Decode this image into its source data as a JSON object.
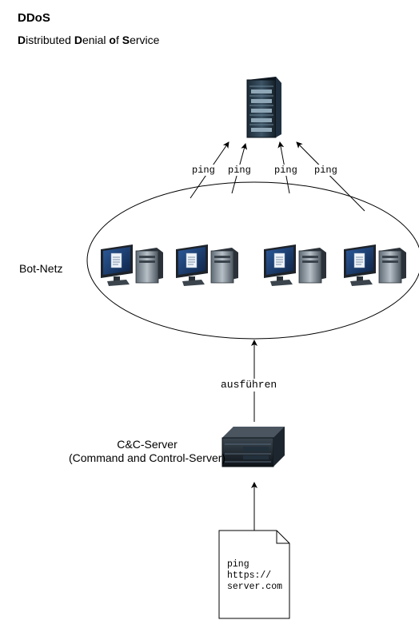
{
  "header": {
    "title": "DDoS",
    "subtitle_parts": [
      {
        "text": "D",
        "bold": true
      },
      {
        "text": "istributed ",
        "bold": false
      },
      {
        "text": "D",
        "bold": true
      },
      {
        "text": "enial ",
        "bold": false
      },
      {
        "text": "o",
        "bold": true
      },
      {
        "text": "f ",
        "bold": false
      },
      {
        "text": "S",
        "bold": true
      },
      {
        "text": "ervice",
        "bold": false
      }
    ]
  },
  "diagram": {
    "target_server": {
      "icon": "server-rack-icon"
    },
    "botnet": {
      "label": "Bot-Netz",
      "computer_count": 4,
      "icon": "desktop-computer-icon"
    },
    "ping_labels": [
      "ping",
      "ping",
      "ping",
      "ping"
    ],
    "execute_label": "ausführen",
    "cc_server": {
      "label_line1": "C&C-Server",
      "label_line2": "(Command and Control-Server)",
      "icon": "rack-server-icon"
    },
    "document": {
      "icon": "document-icon",
      "text": "ping\nhttps://\nserver.com"
    }
  }
}
